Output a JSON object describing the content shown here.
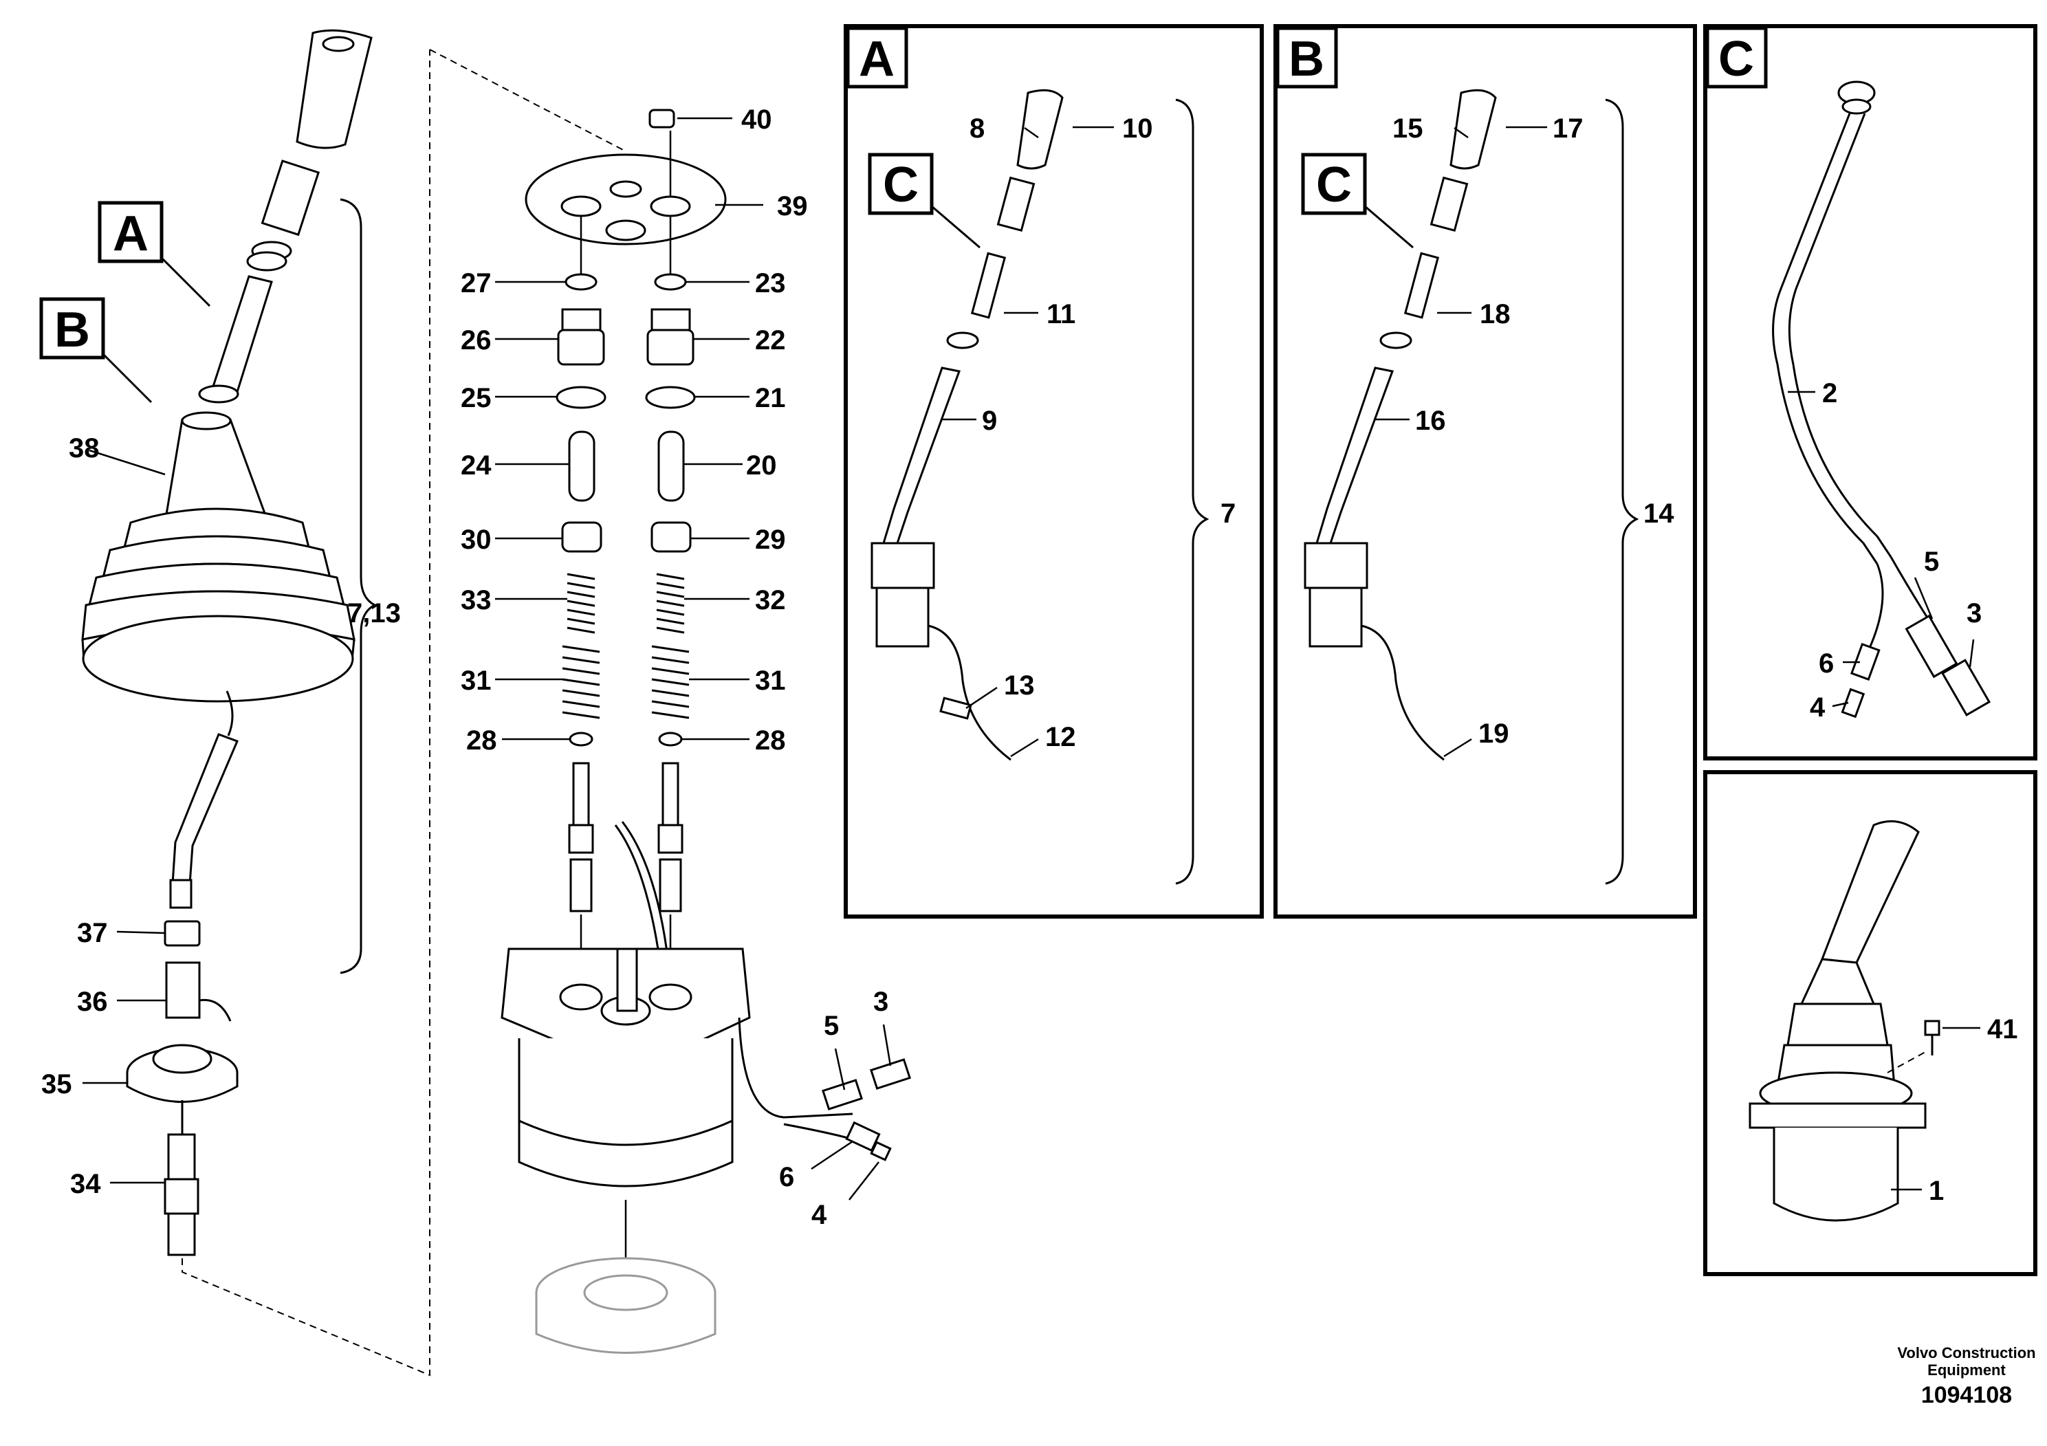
{
  "callouts": {
    "p1": "1",
    "p2": "2",
    "p3": "3",
    "p4": "4",
    "p5": "5",
    "p6": "6",
    "p7": "7",
    "p7_13": "7,13",
    "p8": "8",
    "p9": "9",
    "p10": "10",
    "p11": "11",
    "p12": "12",
    "p13": "13",
    "p14": "14",
    "p15": "15",
    "p16": "16",
    "p17": "17",
    "p18": "18",
    "p19": "19",
    "p20": "20",
    "p21": "21",
    "p22": "22",
    "p23": "23",
    "p24": "24",
    "p25": "25",
    "p26": "26",
    "p27": "27",
    "p28": "28",
    "p29": "29",
    "p30": "30",
    "p31": "31",
    "p32": "32",
    "p33": "33",
    "p34": "34",
    "p35": "35",
    "p36": "36",
    "p37": "37",
    "p38": "38",
    "p39": "39",
    "p40": "40",
    "p41": "41"
  },
  "detail_labels": {
    "a": "A",
    "b": "B",
    "c": "C"
  },
  "footer": {
    "company_line1": "Volvo Construction",
    "company_line2": "Equipment",
    "drawing_number": "1094108"
  }
}
